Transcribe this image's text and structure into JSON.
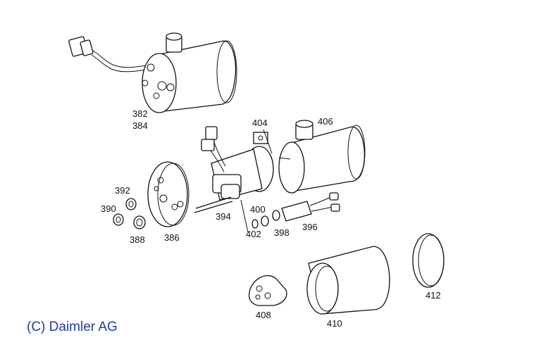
{
  "copyright": "(C) Daimler AG",
  "parts": {
    "p382": "382",
    "p384": "384",
    "p386": "386",
    "p388": "388",
    "p390": "390",
    "p392": "392",
    "p394": "394",
    "p396": "396",
    "p398": "398",
    "p400": "400",
    "p402": "402",
    "p404": "404",
    "p406": "406",
    "p408": "408",
    "p410": "410",
    "p412": "412"
  },
  "colors": {
    "line": "#111111",
    "copyright": "#1f3aa8"
  }
}
